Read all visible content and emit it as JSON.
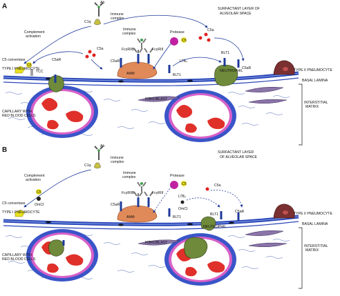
{
  "panels": [
    {
      "letter": "A",
      "surfactant_line1": "SURFACTANT LAYER OF",
      "surfactant_line2": "ALVEOLAR SPACE",
      "ab": "Ab",
      "c1q": "C1q",
      "immune_complex_top_1": "Immune",
      "immune_complex_top_2": "complex",
      "complement_1": "Complement",
      "complement_2": "activation",
      "c5_convertase": "C5 convertase",
      "c5": "C5",
      "tcc": "TCC",
      "c5a_left": "C5a",
      "immune_complex_mid_1": "Immune",
      "immune_complex_mid_2": "complex",
      "fcriib": "FcγRIIB",
      "fcriii": "FcγRIII",
      "c5ar_left": "C5aR",
      "protease": "Protease",
      "c5_protease": "C5",
      "c5a_right": "C5a",
      "ltb4": "LTB₄",
      "blt1_mid": "BLT1",
      "blt1_right": "BLT1",
      "c5ar_right": "C5aR",
      "neutrophil": "NEUTROPHIL",
      "amo": "AMΦ",
      "type1": "TYPE I PNEUMOCYTE",
      "type2": "TYPE II PNEUMOCYTE",
      "basal_lamina": "BASAL LAMINA",
      "fibroblast": "FIBROBLAST",
      "capillary_1": "CAPILLARY WITH",
      "capillary_2": "RED BLOOD CELLS",
      "interstitial_1": "INTERSTITIAL",
      "interstitial_2": "MATRIX"
    },
    {
      "letter": "B",
      "surfactant_line1": "SURFACTANT LAYER",
      "surfactant_line2": "OF ALVEOLAR SPACE",
      "ab": "Ab",
      "c1q": "C1q",
      "immune_complex_top_1": "Immune",
      "immune_complex_top_2": "complex",
      "complement_1": "Complement",
      "complement_2": "activation",
      "c5_convertase": "C5 convertase",
      "c5": "C5",
      "omci_left": "OmCI",
      "immune_complex_mid_1": "Immune",
      "immune_complex_mid_2": "complex",
      "fcriib": "FcγRIIB",
      "fcriii": "FcγRIII",
      "c5ar_left": "C5aR",
      "protease": "Protease",
      "c5_protease": "C5",
      "c5a_right": "C5a",
      "ltb4": "LTB₄",
      "omci_mid": "OmCI",
      "blt1_mid": "BLT1",
      "blt1_right": "BLT1",
      "c5ar_right": "C5aR",
      "neutrophil": "NEUTROPHIL",
      "amo": "AMΦ",
      "type1": "TYPE I PNEUMOCYTE",
      "type2": "TYPE II PNEUMOCYTE",
      "basal_lamina": "BASAL LAMINA",
      "fibroblast": "FIBROBLAST",
      "capillary_1": "CAPILLARY WITH",
      "capillary_2": "RED BLOOD CELLS",
      "interstitial_1": "INTERSTITIAL",
      "interstitial_2": "MATRIX"
    }
  ],
  "colors": {
    "membrane": "#2a45b8",
    "capillary_wall": "#3a55c8",
    "capillary_inner": "#d860c8",
    "rbc": "#e0302a",
    "macrophage": "#e08a5a",
    "neutrophil": "#6e8a3a",
    "fibroblast": "#8a74a8",
    "type2_cell": "#7a3030",
    "c5": "#e8e020",
    "protease": "#c020a0",
    "c5a": "#e02020",
    "receptor": "#1e3a9a",
    "omci": "#202020"
  }
}
